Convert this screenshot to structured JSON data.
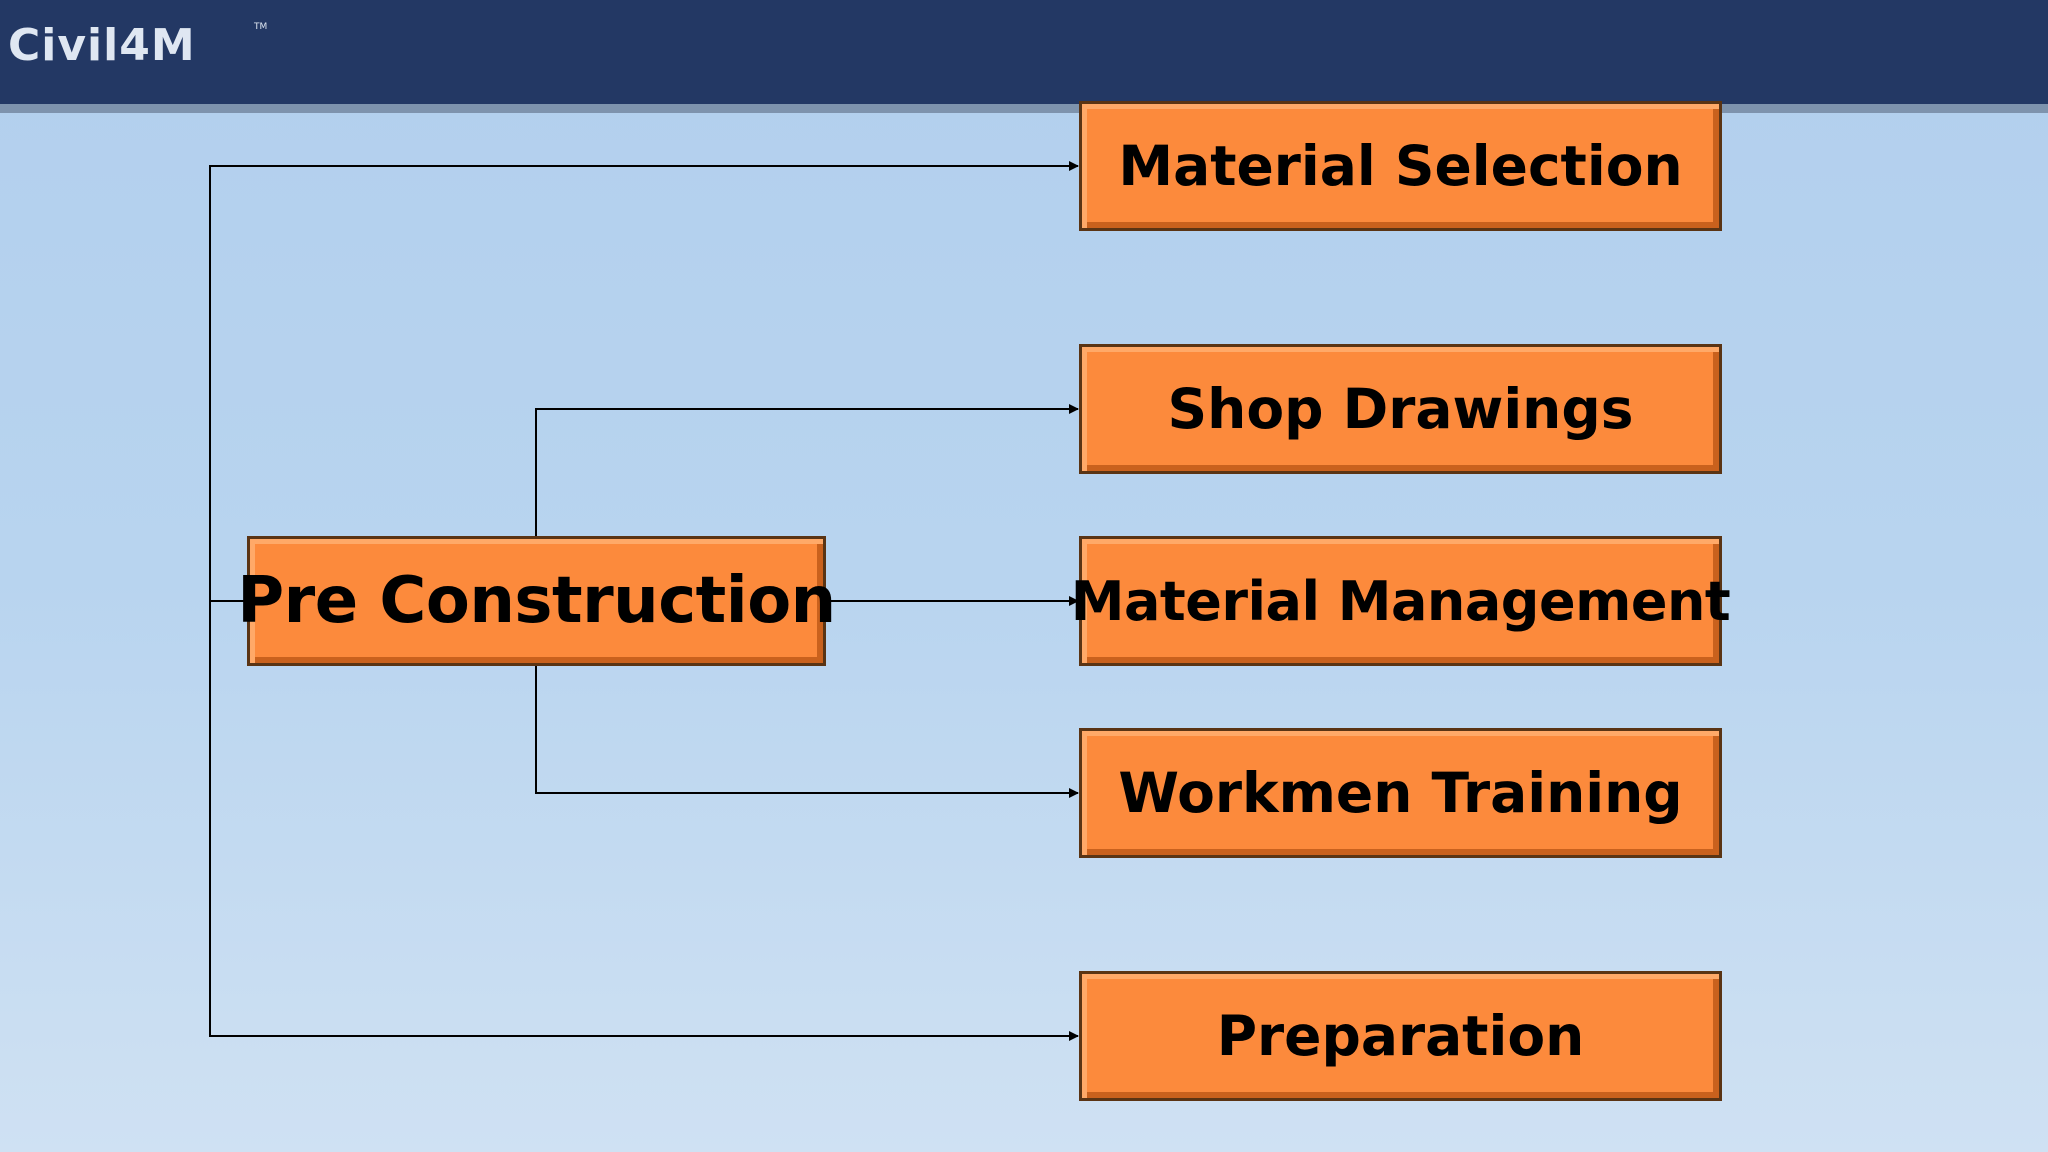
{
  "header": {
    "logo_text": "Civil4M",
    "logo_tm": "TM"
  },
  "diagram": {
    "root": "Pre Construction",
    "children": [
      "Material Selection",
      "Shop Drawings",
      "Material Management",
      "Workmen Training",
      "Preparation"
    ]
  },
  "colors": {
    "header": "#233864",
    "box_fill": "#fc8a3c",
    "box_border": "#5a3414",
    "background": "#b8d4ef"
  }
}
